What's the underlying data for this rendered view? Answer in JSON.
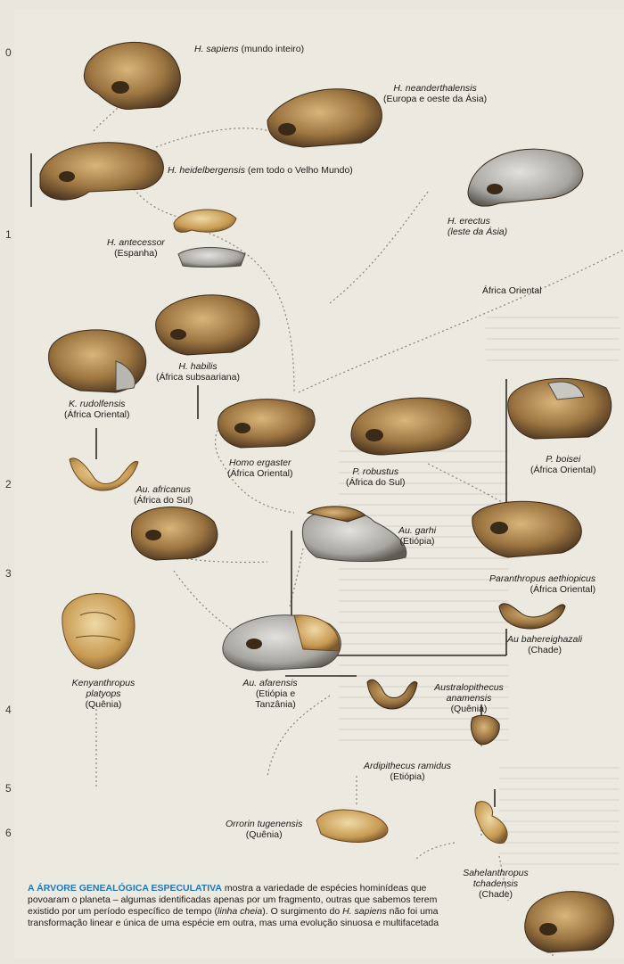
{
  "axis": {
    "ticks": [
      "0",
      "1",
      "2",
      "3",
      "4",
      "5",
      "6"
    ]
  },
  "species": {
    "sapiens": {
      "name": "H. sapiens",
      "region": "(mundo inteiro)"
    },
    "neanderthalensis": {
      "name": "H. neanderthalensis",
      "region": "(Europa e oeste da Ásia)"
    },
    "heidelbergensis": {
      "name": "H. heidelbergensis",
      "region": "(em todo o Velho Mundo)"
    },
    "antecessor": {
      "name": "H. antecessor",
      "region": "(Espanha)"
    },
    "erectus": {
      "name": "H. erectus",
      "region": "(leste da Ásia)"
    },
    "africa_oriental_label": "África Oriental",
    "habilis": {
      "name": "H. habilis",
      "region": "(África subsaariana)"
    },
    "rudolfensis": {
      "name": "K. rudolfensis",
      "region": "(África Oriental)"
    },
    "ergaster": {
      "name": "Homo ergaster",
      "region": "(África Oriental)"
    },
    "robustus": {
      "name": "P. robustus",
      "region": "(África do Sul)"
    },
    "boisei": {
      "name": "P. boisei",
      "region": "(África Oriental)"
    },
    "africanus": {
      "name": "Au. africanus",
      "region": "(África do Sul)"
    },
    "garhi": {
      "name": "Au. garhi",
      "region": "(Etiópia)"
    },
    "aethiopicus": {
      "name": "Paranthropus aethiopicus",
      "region": "(África Oriental)"
    },
    "bahrelghazali": {
      "name": "Au bahereighazali",
      "region": "(Chade)"
    },
    "platyops": {
      "name": "Kenyanthropus platyops",
      "region": "(Quênia)"
    },
    "afarensis": {
      "name": "Au. afarensis",
      "region": "(Etiópia e Tanzânia)"
    },
    "anamensis": {
      "name": "Australopithecus anamensis",
      "region": "(Quênia)"
    },
    "ramidus": {
      "name": "Ardipithecus ramidus",
      "region": "(Etiópia)"
    },
    "tugenensis": {
      "name": "Orrorin tugenensis",
      "region": "(Quênia)"
    },
    "tchadensis": {
      "name": "Sahelanthropus tchadensis",
      "region": "(Chade)"
    }
  },
  "caption": {
    "highlight": "A ÁRVORE GENEALÓGICA ESPECULATIVA",
    "text1": " mostra a variedade de espécies hominídeas que povoaram o planeta – algumas identificadas apenas por um fragmento, outras que sabemos terem existido por um período específico de tempo (",
    "italic1": "linha cheia",
    "text2": "). O surgimento do ",
    "italic2": "H. sapiens",
    "text3": " não foi uma transformação linear e única de uma espécie em outra, mas uma evolução sinuosa e multifacetada"
  }
}
